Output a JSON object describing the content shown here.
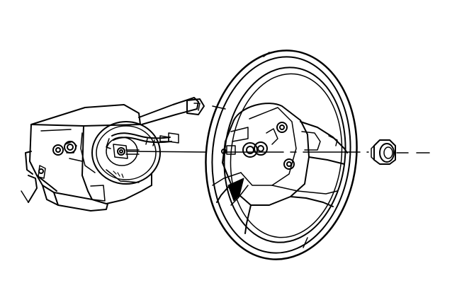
{
  "diagram": {
    "kind": "exploded-view line illustration",
    "parts": [
      "steering-column-assembly",
      "clock-spring",
      "multifunction-switch-lever",
      "steering-wheel",
      "steering-wheel-nut"
    ],
    "colors": {
      "background": "#ffffff",
      "line": "#000000"
    }
  }
}
